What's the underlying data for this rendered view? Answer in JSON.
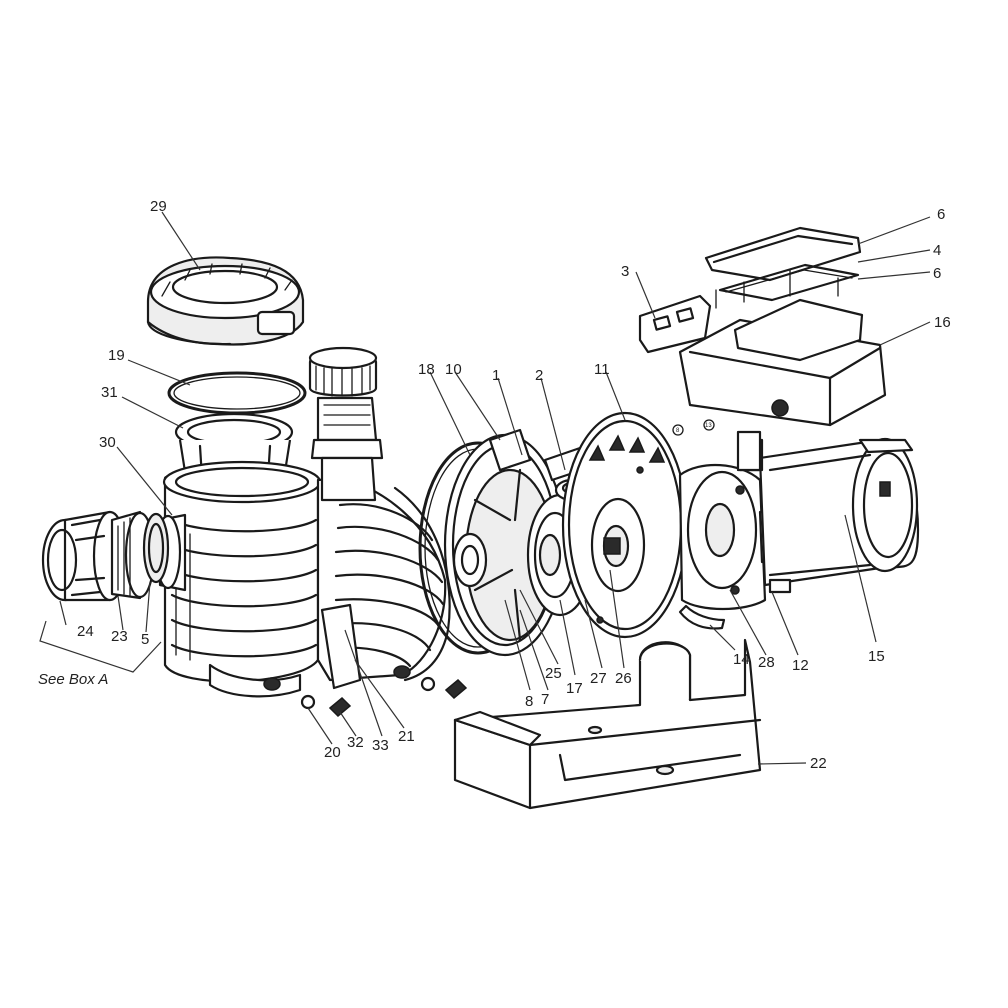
{
  "callouts": [
    {
      "id": "c29",
      "text": "29"
    },
    {
      "id": "c19",
      "text": "19"
    },
    {
      "id": "c31",
      "text": "31"
    },
    {
      "id": "c30",
      "text": "30"
    },
    {
      "id": "c24",
      "text": "24"
    },
    {
      "id": "c23",
      "text": "23"
    },
    {
      "id": "c5",
      "text": "5"
    },
    {
      "id": "c18",
      "text": "18"
    },
    {
      "id": "c10",
      "text": "10"
    },
    {
      "id": "c1",
      "text": "1"
    },
    {
      "id": "c2",
      "text": "2"
    },
    {
      "id": "c11",
      "text": "11"
    },
    {
      "id": "c3",
      "text": "3"
    },
    {
      "id": "c6a",
      "text": "6"
    },
    {
      "id": "c4",
      "text": "4"
    },
    {
      "id": "c6b",
      "text": "6"
    },
    {
      "id": "c16",
      "text": "16"
    },
    {
      "id": "c15",
      "text": "15"
    },
    {
      "id": "c12",
      "text": "12"
    },
    {
      "id": "c28",
      "text": "28"
    },
    {
      "id": "c14",
      "text": "14"
    },
    {
      "id": "c26",
      "text": "26"
    },
    {
      "id": "c27",
      "text": "27"
    },
    {
      "id": "c17",
      "text": "17"
    },
    {
      "id": "c25",
      "text": "25"
    },
    {
      "id": "c7",
      "text": "7"
    },
    {
      "id": "c8",
      "text": "8"
    },
    {
      "id": "c21",
      "text": "21"
    },
    {
      "id": "c33",
      "text": "33"
    },
    {
      "id": "c32",
      "text": "32"
    },
    {
      "id": "c20",
      "text": "20"
    },
    {
      "id": "c22",
      "text": "22"
    }
  ],
  "box_a_label": "See Box A",
  "inline_marks": {
    "m8": "8",
    "m13": "13"
  }
}
